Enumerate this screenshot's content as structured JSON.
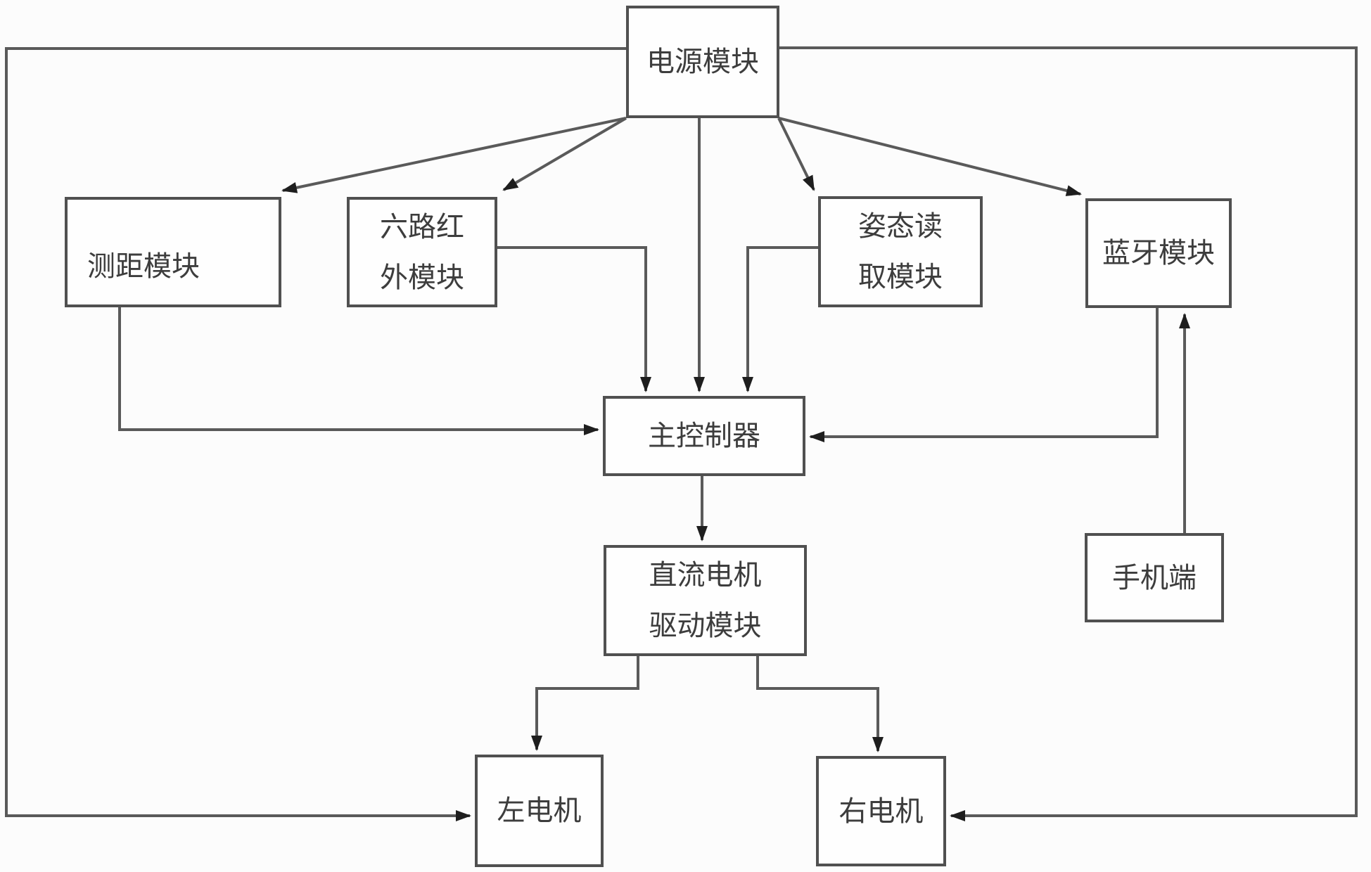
{
  "diagram": {
    "type": "block-diagram",
    "description_language": "zh",
    "colors": {
      "background": "#fcfcfc",
      "box_fill": "#fefefe",
      "box_border": "#505050",
      "line": "#5a5a5a",
      "arrowhead": "#1e1e1e",
      "text": "#3d3d3d"
    },
    "nodes": {
      "power": {
        "label": "电源模块",
        "lines": [
          "电源模块"
        ]
      },
      "ranging": {
        "label": "测距模块",
        "lines": [
          "测距模块"
        ]
      },
      "infrared": {
        "label": "六路红外模块",
        "lines": [
          "六路红",
          "外模块"
        ]
      },
      "attitude": {
        "label": "姿态读取模块",
        "lines": [
          "姿态读",
          "取模块"
        ]
      },
      "bluetooth": {
        "label": "蓝牙模块",
        "lines": [
          "蓝牙模块"
        ]
      },
      "controller": {
        "label": "主控制器",
        "lines": [
          "主控制器"
        ]
      },
      "motor_driver": {
        "label": "直流电机驱动模块",
        "lines": [
          "直流电机",
          "驱动模块"
        ]
      },
      "phone": {
        "label": "手机端",
        "lines": [
          "手机端"
        ]
      },
      "left_motor": {
        "label": "左电机",
        "lines": [
          "左电机"
        ]
      },
      "right_motor": {
        "label": "右电机",
        "lines": [
          "右电机"
        ]
      }
    },
    "edges": [
      {
        "from": "power",
        "to": "ranging"
      },
      {
        "from": "power",
        "to": "infrared"
      },
      {
        "from": "power",
        "to": "attitude"
      },
      {
        "from": "power",
        "to": "bluetooth"
      },
      {
        "from": "power",
        "to": "controller"
      },
      {
        "from": "power",
        "to": "left_motor"
      },
      {
        "from": "power",
        "to": "right_motor"
      },
      {
        "from": "ranging",
        "to": "controller"
      },
      {
        "from": "infrared",
        "to": "controller"
      },
      {
        "from": "attitude",
        "to": "controller"
      },
      {
        "from": "bluetooth",
        "to": "controller"
      },
      {
        "from": "controller",
        "to": "motor_driver"
      },
      {
        "from": "motor_driver",
        "to": "left_motor"
      },
      {
        "from": "motor_driver",
        "to": "right_motor"
      },
      {
        "from": "phone",
        "to": "bluetooth"
      }
    ]
  }
}
